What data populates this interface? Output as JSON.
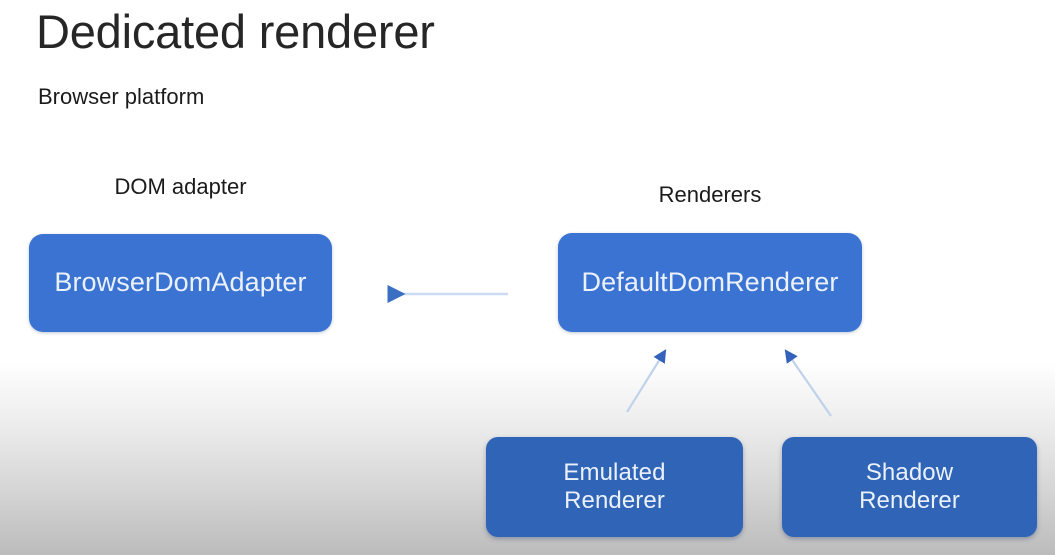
{
  "slide": {
    "title": "Dedicated renderer",
    "subtitle": "Browser platform",
    "background_color": "#ffffff",
    "gradient_bottom_color": "#bcbcbc"
  },
  "labels": {
    "dom_adapter": "DOM adapter",
    "renderers": "Renderers"
  },
  "nodes": {
    "browser_dom_adapter": {
      "label": "BrowserDomAdapter",
      "color": "#3b73d2",
      "text_color": "#eaf1fb"
    },
    "default_dom_renderer": {
      "label": "DefaultDomRenderer",
      "color": "#3b73d2",
      "text_color": "#eaf1fb"
    },
    "emulated_renderer": {
      "line1": "Emulated",
      "line2": "Renderer",
      "color": "#2f64b6",
      "text_color": "#d6e2f3"
    },
    "shadow_renderer": {
      "line1": "Shadow",
      "line2": "Renderer",
      "color": "#2f64b6",
      "text_color": "#d6e2f3"
    }
  },
  "arrows": [
    {
      "name": "default-dom-renderer-to-browser-dom-adapter",
      "from": "DefaultDomRenderer",
      "to": "BrowserDomAdapter",
      "direction": "left",
      "color": "#c8d8f0"
    },
    {
      "name": "emulated-renderer-to-default-dom-renderer",
      "from": "Emulated Renderer",
      "to": "DefaultDomRenderer",
      "direction": "up-right",
      "color": "#b9cde8"
    },
    {
      "name": "shadow-renderer-to-default-dom-renderer",
      "from": "Shadow Renderer",
      "to": "DefaultDomRenderer",
      "direction": "up-left",
      "color": "#b9cde8"
    }
  ]
}
